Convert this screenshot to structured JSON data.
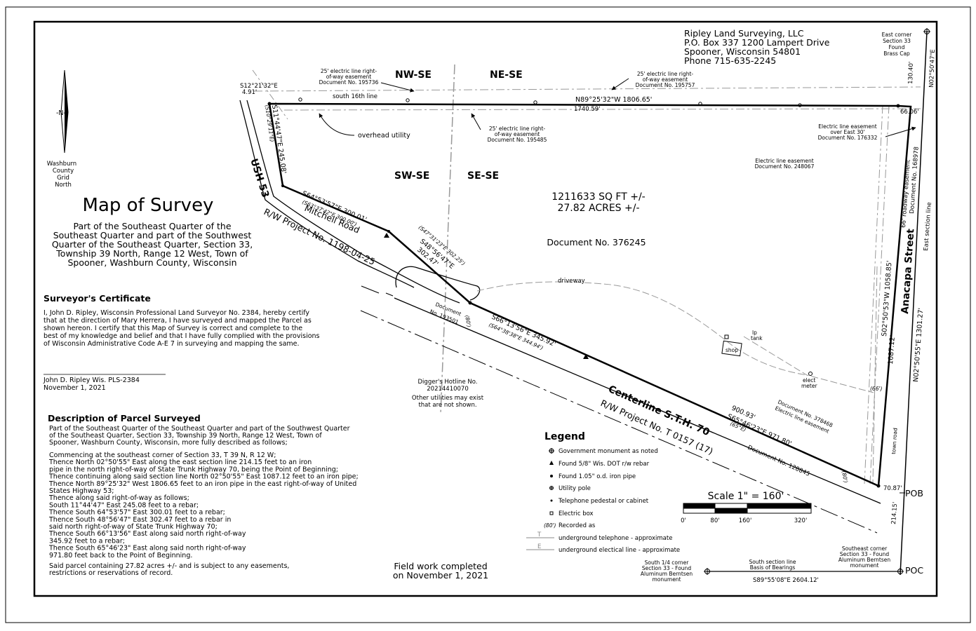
{
  "firm": {
    "name": "Ripley Land Surveying, LLC",
    "address": "P.O. Box 337 1200 Lampert Drive",
    "city": "Spooner, Wisconsin 54801",
    "phone": "Phone 715-635-2245"
  },
  "north_arrow": {
    "label": "-N-",
    "caption": [
      "Washburn",
      "County",
      "Grid",
      "North"
    ]
  },
  "title": "Map of Survey",
  "subtitle": [
    "Part of the Southeast Quarter of the",
    "Southeast Quarter and part of the Southwest",
    "Quarter of the Southeast Quarter, Section 33,",
    "Township 39 North, Range 12 West, Town of",
    "Spooner, Washburn County, Wisconsin"
  ],
  "certificate": {
    "heading": "Surveyor's Certificate",
    "body": [
      "I, John D. Ripley, Wisconsin Professional Land Surveyor No. 2384, hereby certify",
      "that at the direction of Mary Herrera, I have surveyed and mapped the Parcel as",
      "shown hereon.   I certify that this Map of Survey is correct and complete to the",
      "best of my knowledge and belief and that I have fully complied with the provisions",
      "of Wisconsin Administrative Code A-E 7 in surveying and mapping the same."
    ],
    "signature": "John D. Ripley  Wis. PLS-2384",
    "date": "November 1, 2021"
  },
  "description": {
    "heading": "Description of Parcel Surveyed",
    "intro": [
      "Part of the Southeast Quarter of the Southeast Quarter and part of the Southwest Quarter",
      "of the Southeast Quarter, Section 33, Township 39 North, Range 12 West, Town of",
      "Spooner, Washburn County, Wisconsin, more fully described as follows;"
    ],
    "body": [
      "Commencing at the southeast corner of Section 33, T 39 N, R 12 W;",
      "Thence North 02°50'55\" East along the east section line 214.15 feet to an iron",
      "pipe in the north right-of-way of State Trunk Highway 70, being the Point of Beginning;",
      "Thence continuing along said section line North 02°50'55\" East 1087.12 feet to an iron pipe;",
      "Thence North 89°25'32\" West 1806.65 feet to an iron pipe in the east right-of-way of United",
      "States Highway 53;",
      "Thence along said right-of-way as follows;",
      "South 11°44'47\" East 245.08 feet to a rebar;",
      "Thence South 64°53'57\" East 300.01 feet to a rebar;",
      "Thence South 48°56'47\" East 302.47 feet to a rebar in",
      "said north right-of-way of State Trunk Highway 70;",
      "Thence South 66°13'56\" East along said north right-of-way",
      "345.92 feet to a rebar;",
      "Thence South 65°46'23\" East along said north right-of-way",
      "971.80 feet back to the Point of Beginning."
    ],
    "closing": [
      "Said parcel containing 27.82 acres +/- and is subject to any easements,",
      "restrictions or reservations of record."
    ]
  },
  "field_work": [
    "Field work completed",
    "on November 1, 2021"
  ],
  "diggers": [
    "Digger's Hotline No.",
    "20214410070",
    "Other utilities may exist",
    "that are not shown."
  ],
  "legend": {
    "title": "Legend",
    "items": [
      "Government monument as noted",
      "Found 5/8\" Wis. DOT r/w rebar",
      "Found 1.05\" o.d. iron pipe",
      "Utility pole",
      "Telephone pedestal or cabinet",
      "Electric box",
      "Recorded as",
      "underground telephone - approximate",
      "underground electical line - approximate"
    ],
    "recorded_sample": "(80')"
  },
  "scale": {
    "label": "Scale 1\" = 160'",
    "ticks": [
      "0'",
      "80'",
      "160'",
      "320'"
    ]
  },
  "quarters": [
    "NW-SE",
    "NE-SE",
    "SW-SE",
    "SE-SE"
  ],
  "area": [
    "1211633 SQ FT +/-",
    "27.82 ACRES +/-"
  ],
  "document_main": "Document No. 376245",
  "roads": {
    "usH": "USH 53",
    "mitchell": "Mitchell Road",
    "rw_project_1": "R/W Project No. 1198-04-25",
    "centerline": "Centerline S.T.H. 70",
    "rw_project_2": "R/W Project No. T 0157 (17)",
    "anacapa": "Anacapa Street",
    "town_road": "town road",
    "east_section_line": "East section line",
    "south_16th": "south 16th line",
    "driveway": "driveway",
    "overhead": "overhead utility"
  },
  "bearings": {
    "north": "N89°25'32\"W  1806.65'",
    "north_part": "1740.59'",
    "north_right": "66.06'",
    "west": "S11°44'47\"E  245.08'",
    "west_rec": "(S10°29'11\"E)",
    "nw_tie": [
      "S12°21'32\"E",
      "4.91'"
    ],
    "mid1": "S64°53'57\"E  300.01'",
    "mid1_rec": "(S63°37'42\"E 300.00')",
    "mid2": [
      "S48°56'47\"E",
      "302.47'"
    ],
    "mid2_rec": "(S47°31'23\"E 302.25')",
    "south1": "S66°13'56\"E  345.92'",
    "south1_rec": "(S64°38'38\"E 344.94')",
    "south2_top": "900.93'",
    "south2": "S65°46'23\"E  971.80'",
    "south2_rec": "(65°E)",
    "east": "N02°50'55\"E  1301.27'",
    "east_inner": "1087.12'",
    "east_inner2": "S02°50'53\"W  1058.85'",
    "east_top": [
      "130.40'",
      "N02°50'47\"E"
    ],
    "east_tie": "214.15'",
    "pob_dist": "70.87'",
    "south_line": "S89°55'08\"E  2604.12'"
  },
  "easements": {
    "e1": [
      "25' electric line right-",
      "of-way easement",
      "Document No. 195736"
    ],
    "e2": [
      "25' electric line right-",
      "of-way easement",
      "Document No. 195757"
    ],
    "e3": [
      "25' electric line right-",
      "of-way easement",
      "Document No. 195485"
    ],
    "e4": [
      "Electric line easement",
      "over East 30'",
      "Document No. 176332"
    ],
    "e5": [
      "Electric line easement",
      "Document No. 248067"
    ],
    "e6": [
      "Document No. 378468",
      "Electric line easement"
    ],
    "roadway": [
      "66' roadway easement",
      "Document No. 168978"
    ],
    "doc_193501": [
      "Document",
      "No. 193501"
    ],
    "doc_128845": "Document No. 128845",
    "rec_80a": "(80')",
    "rec_80b": "(80')",
    "rec_66": "(66')"
  },
  "corners": {
    "east_corner": [
      "East corner",
      "Section 33",
      "Found",
      "Brass Cap"
    ],
    "se_corner": [
      "Southeast corner",
      "Section 33 - Found",
      "Aluminum Berntsen",
      "monument"
    ],
    "s_quarter": [
      "South 1/4 corner",
      "Section 33 - Found",
      "Aluminum Berntsen",
      "monument"
    ],
    "basis": [
      "South section line",
      "Basis of Bearings"
    ],
    "pob": "POB",
    "poc": "POC"
  },
  "improvements": {
    "shop": "shop",
    "lp_tank": [
      "lp",
      "tank"
    ],
    "elect_meter": [
      "elect",
      "meter"
    ]
  }
}
